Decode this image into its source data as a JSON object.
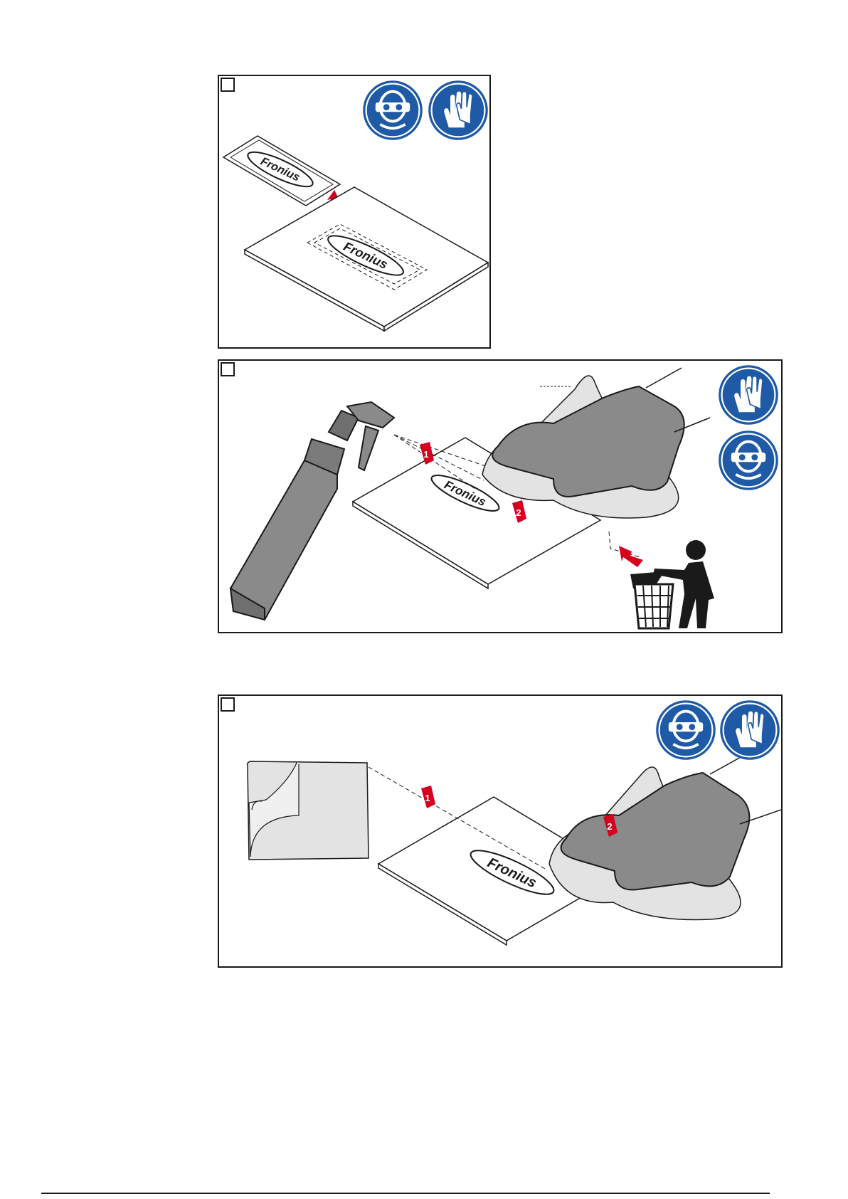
{
  "panels": [
    {
      "step": "",
      "icons": [
        "eye-protection-icon",
        "protective-gloves-icon"
      ],
      "logo_text": "Fronius"
    },
    {
      "step": "",
      "icons": [
        "protective-gloves-icon",
        "eye-protection-icon"
      ],
      "logo_text": "Fronius",
      "markers": [
        "1",
        "2"
      ]
    },
    {
      "step": "",
      "icons": [
        "eye-protection-icon",
        "protective-gloves-icon"
      ],
      "logo_text": "Fronius",
      "markers": [
        "1",
        "2"
      ]
    }
  ],
  "colors": {
    "safety_blue": "#1f5aa6",
    "arrow_red": "#d5001c",
    "glove_gray": "#8a8a8a",
    "cloth_gray": "#e3e3e3"
  }
}
